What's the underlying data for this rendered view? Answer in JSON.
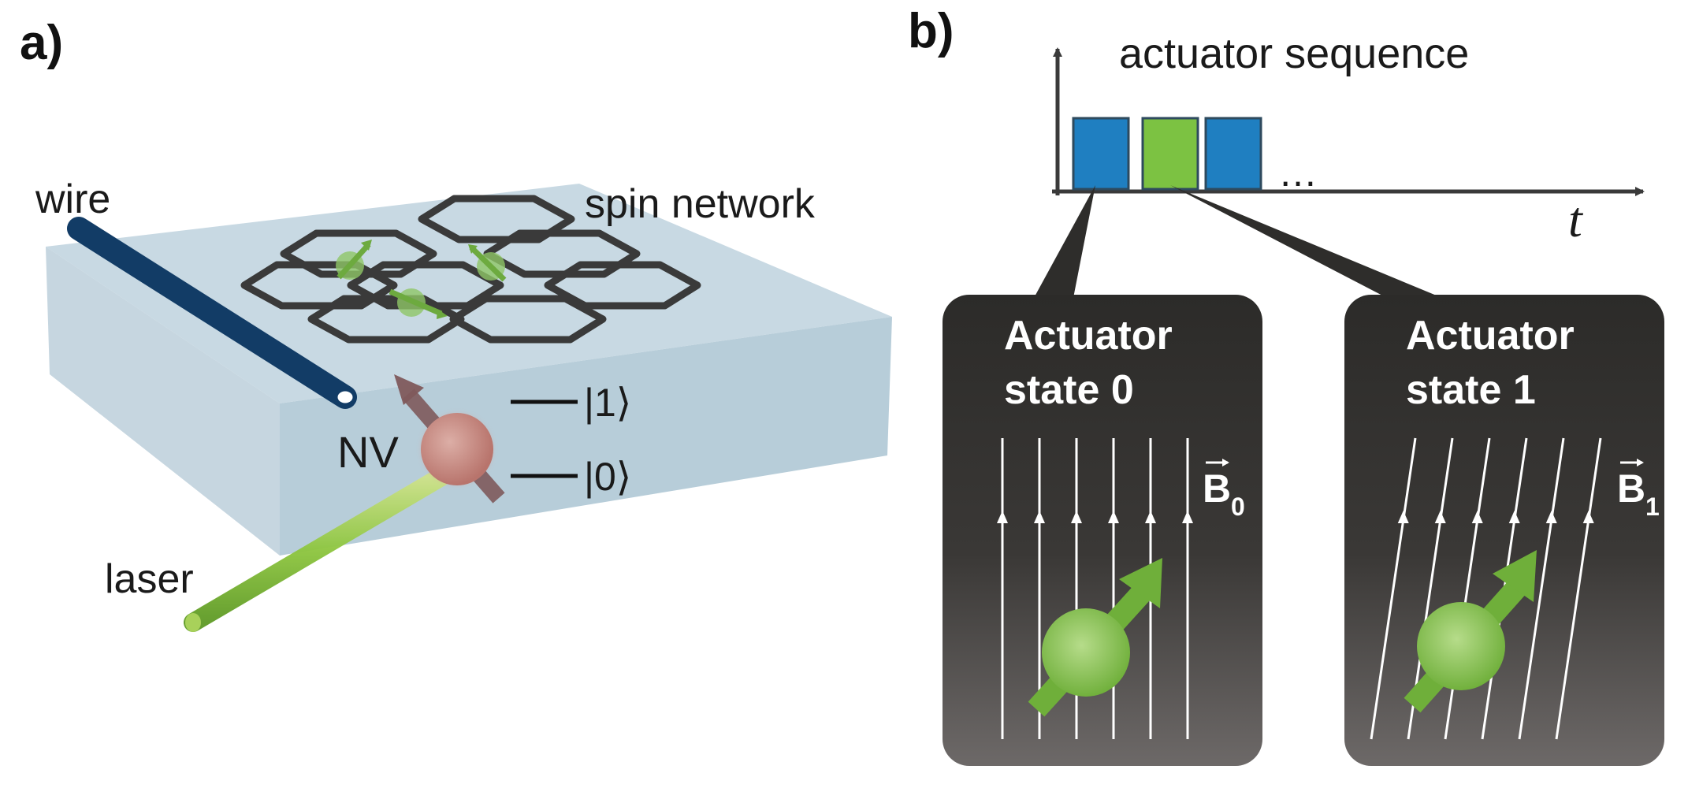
{
  "panel_a": {
    "panel_label": "a)",
    "wire_label": "wire",
    "network_label": "spin network",
    "nv_label": "NV",
    "level_1": "|1⟩",
    "level_0": "|0⟩",
    "laser_label": "laser"
  },
  "panel_b": {
    "panel_label": "b)",
    "sequence_title": "actuator sequence",
    "time_axis_label": "t",
    "ellipsis": "…",
    "pulses": [
      {
        "color": "#1f7fc1"
      },
      {
        "color": "#7cc242"
      },
      {
        "color": "#1f7fc1"
      }
    ],
    "state0": {
      "line1": "Actuator",
      "line2": "state 0",
      "field_letter": "B",
      "field_sub": "0"
    },
    "state1": {
      "line1": "Actuator",
      "line2": "state 1",
      "field_letter": "B",
      "field_sub": "1"
    }
  },
  "colors": {
    "slab_top": "#c8d9e3",
    "slab_side": "#b7cdd9",
    "wire": "#123c66",
    "hex_edge": "#3a3a3a",
    "nv_spin": "#c98f88",
    "nv_arrow": "#7f5a5c",
    "laser": "#8fc23a",
    "spin_green": "#7cc242",
    "box_dark": "#2c2b29",
    "box_light": "#6b6766"
  }
}
